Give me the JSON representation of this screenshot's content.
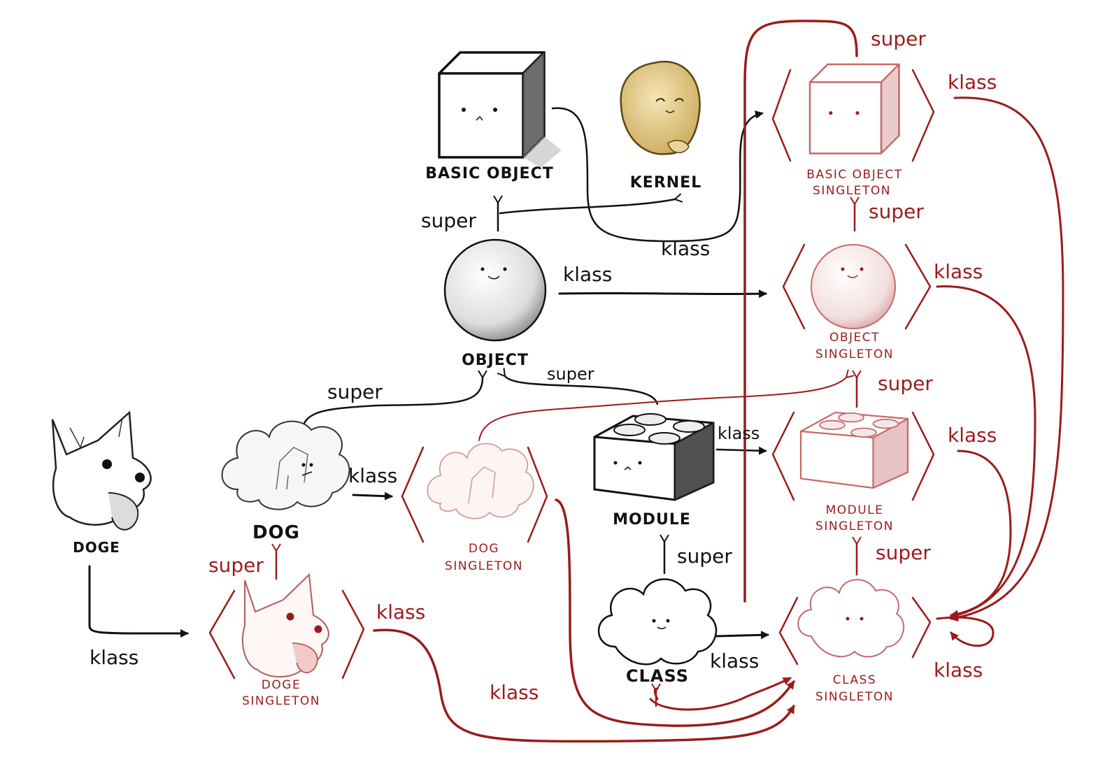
{
  "nodes": {
    "basic_object": "BASIC OBJECT",
    "kernel": "KERNEL",
    "object": "OBJECT",
    "dog": "DOG",
    "doge": "DOGE",
    "module": "MODULE",
    "class": "CLASS",
    "basic_object_singleton_l1": "BASIC OBJECT",
    "basic_object_singleton_l2": "SINGLETON",
    "object_singleton_l1": "OBJECT",
    "object_singleton_l2": "SINGLETON",
    "module_singleton_l1": "MODULE",
    "module_singleton_l2": "SINGLETON",
    "class_singleton_l1": "CLASS",
    "class_singleton_l2": "SINGLETON",
    "dog_singleton_l1": "DOG",
    "dog_singleton_l2": "SINGLETON",
    "doge_singleton_l1": "DOGE",
    "doge_singleton_l2": "SINGLETON"
  },
  "edges": {
    "super_object_basic": "super",
    "klass_basic_to_bos": "klass",
    "klass_object_to_os": "klass",
    "super_dog_object": "super",
    "super_module_object": "super",
    "klass_dog_to_ds": "klass",
    "klass_module_to_ms": "klass",
    "super_class_module": "super",
    "klass_class_to_cs": "klass",
    "klass_doge_to_dogs": "klass",
    "super_dogs_dog": "super",
    "klass_dogs_to_cs": "klass",
    "klass_ds_to_cs": "klass",
    "super_bos_top": "super",
    "klass_bos_right": "klass",
    "super_os_bos": "super",
    "klass_os_right": "klass",
    "super_ms_os": "super",
    "klass_ms_right": "klass",
    "super_cs_ms": "super",
    "klass_cs_self": "klass"
  },
  "colors": {
    "ink": "#111111",
    "singleton_red": "#9b1b1b",
    "kernel_fill": "#e8cf8a"
  },
  "icons": [
    "cube-icon",
    "bean-icon",
    "sphere-icon",
    "cloud-dog-icon",
    "dog-head-icon",
    "lego-brick-icon",
    "cloud-icon"
  ]
}
